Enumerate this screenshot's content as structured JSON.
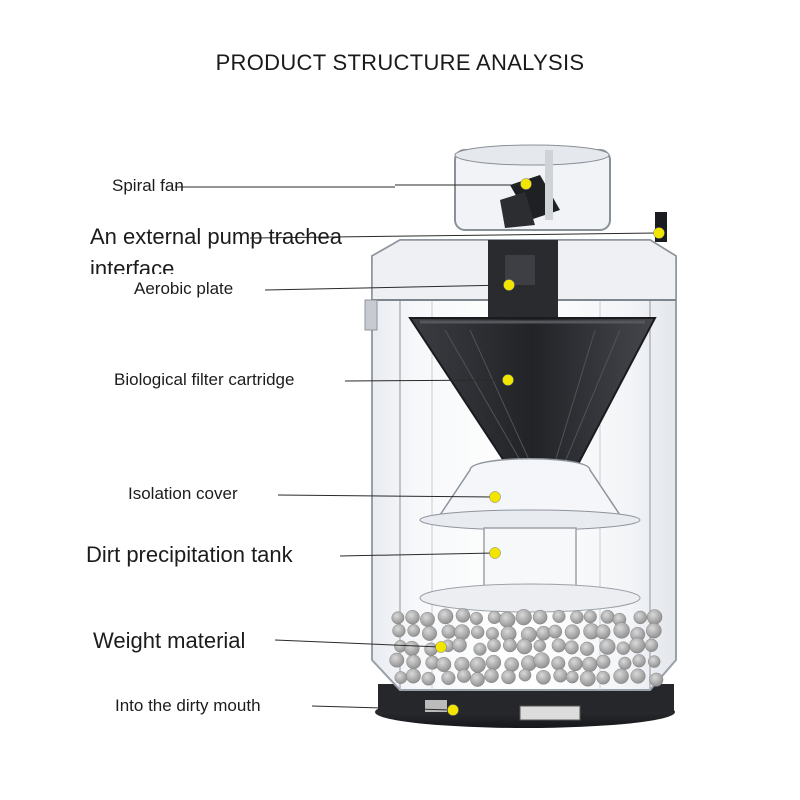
{
  "title": "PRODUCT STRUCTURE ANALYSIS",
  "callouts": [
    {
      "id": "spiral-fan",
      "label": "Spiral fan"
    },
    {
      "id": "pump-interface",
      "label_line1": "An external pump trachea",
      "label_line2": "interface"
    },
    {
      "id": "aerobic-plate",
      "label": "Aerobic plate"
    },
    {
      "id": "bio-filter",
      "label": "Biological filter cartridge"
    },
    {
      "id": "isolation-cover",
      "label": "Isolation cover"
    },
    {
      "id": "dirt-tank",
      "label": "Dirt precipitation tank"
    },
    {
      "id": "weight-material",
      "label": "Weight material"
    },
    {
      "id": "dirty-mouth",
      "label": "Into the dirty mouth"
    }
  ],
  "colors": {
    "marker": "#f2e600",
    "leader_line": "#2a2a2a"
  }
}
